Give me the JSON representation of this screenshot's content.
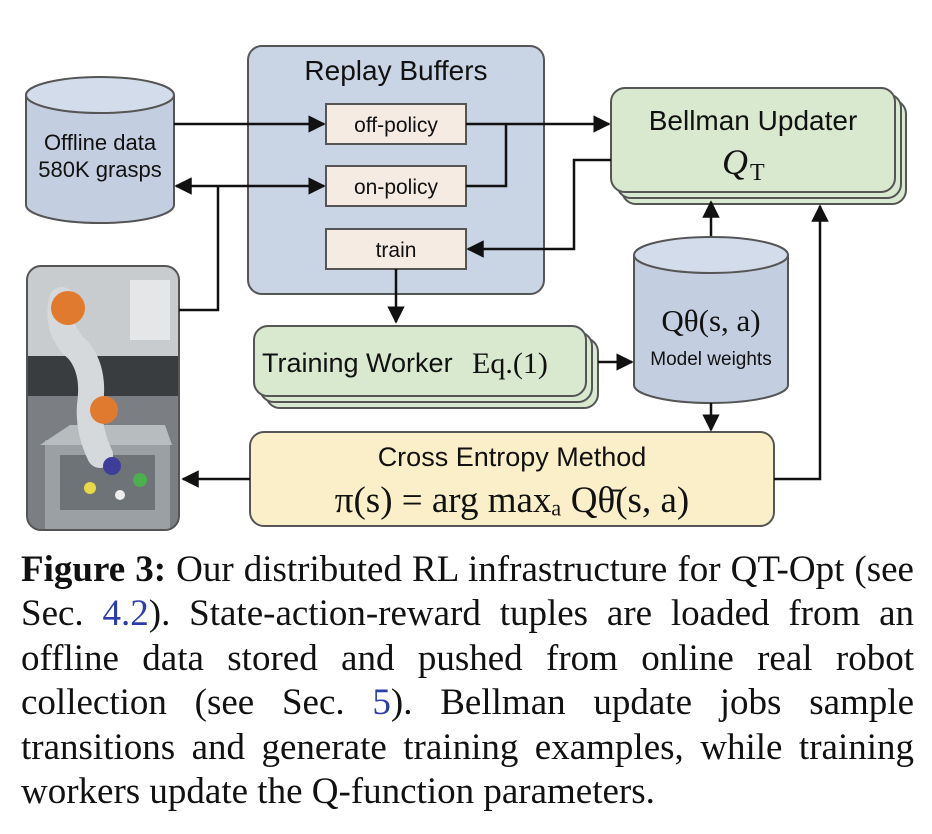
{
  "diagram": {
    "offline_data": {
      "line1": "Offline data",
      "line2": "580K grasps"
    },
    "replay_buffers": {
      "title": "Replay Buffers",
      "off_policy": "off-policy",
      "on_policy": "on-policy",
      "train": "train"
    },
    "bellman_updater": {
      "title": "Bellman Updater",
      "formula": "Q",
      "formula_sub": "T"
    },
    "model_weights": {
      "formula": "Qθ(s, a)",
      "label": "Model weights"
    },
    "training_worker": {
      "label": "Training Worker",
      "eq": "Eq.(1)"
    },
    "cem": {
      "title": "Cross Entropy Method",
      "formula": "π(s) = arg maxₐ Qθ̄(s, a)"
    },
    "robot_photo": "robot-arm-photo"
  },
  "caption": {
    "label": "Figure 3:",
    "p1": " Our distributed RL infrastructure for QT-Opt (see Sec. ",
    "ref1": "4.2",
    "p2": ").  State-action-reward tuples are loaded from an offline data stored and pushed from online real robot collection (see Sec. ",
    "ref2": "5",
    "p3": "). Bellman update jobs sample transitions and generate training examples, while training workers update the Q-function parameters."
  },
  "colors": {
    "replay_fill": "#c9d4e4",
    "bellman_fill": "#d8e9cf",
    "cem_fill": "#faefc8",
    "buffer_item_fill": "#f5ebe3",
    "cylinder_fill": "#c3cfe0",
    "stroke": "#555555",
    "link": "#2b3fa6"
  }
}
